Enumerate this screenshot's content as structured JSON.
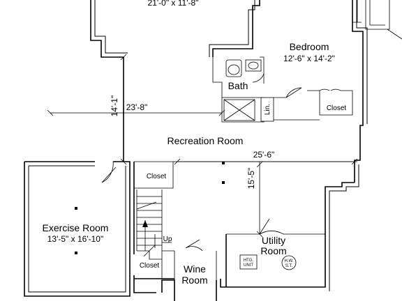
{
  "rooms": {
    "top_room": {
      "size": "21'-0\" x 11'-8\""
    },
    "bedroom": {
      "name": "Bedroom",
      "size": "12'-6\" x 14'-2\""
    },
    "bath": {
      "name": "Bath"
    },
    "linen": {
      "name": "Lin."
    },
    "closet_bedroom": {
      "name": "Closet"
    },
    "recreation": {
      "name": "Recreation Room"
    },
    "closet_stairs": {
      "name": "Closet"
    },
    "exercise": {
      "name": "Exercise Room",
      "size": "13'-5\" x 16'-10\""
    },
    "closet_lower": {
      "name": "Closet"
    },
    "wine": {
      "name": "Wine",
      "name2": "Room"
    },
    "utility": {
      "name": "Utility",
      "name2": "Room"
    }
  },
  "dimensions": {
    "horizontal_upper": "23'-8\"",
    "vertical_left": "14'-1\"",
    "horizontal_lower": "25'-6\"",
    "vertical_right": "15'-5\""
  },
  "stairs": {
    "direction_label": "Up"
  },
  "equipment": {
    "heating": {
      "line1": "HTG.",
      "line2": "UNIT"
    },
    "water_heater": {
      "line1": "H.W.",
      "line2": "S.T."
    }
  }
}
